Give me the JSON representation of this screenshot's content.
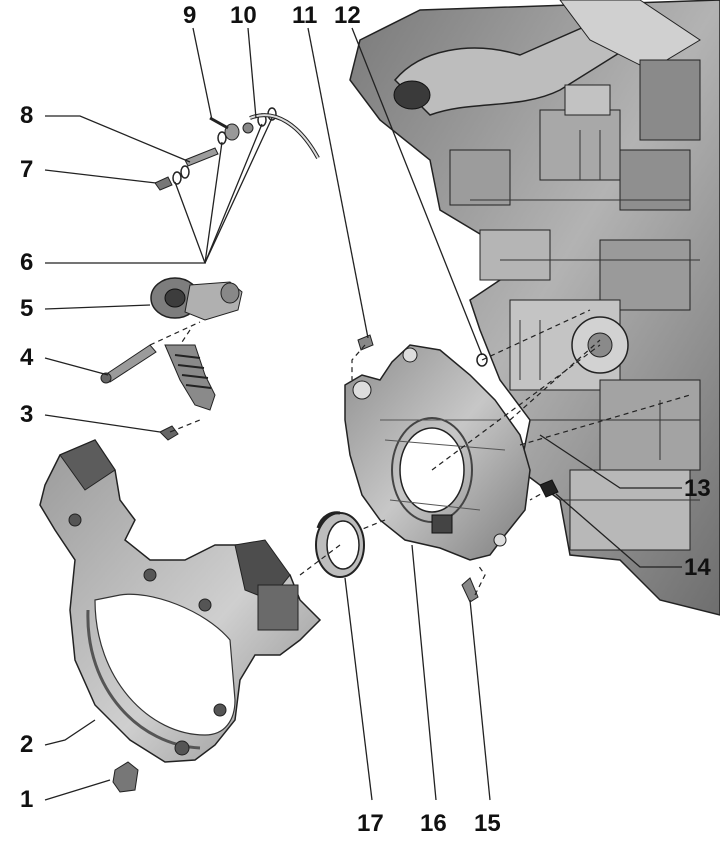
{
  "callouts": {
    "c1": "1",
    "c2": "2",
    "c3": "3",
    "c4": "4",
    "c5": "5",
    "c6": "6",
    "c7": "7",
    "c8": "8",
    "c9": "9",
    "c10": "10",
    "c11": "11",
    "c12": "12",
    "c13": "13",
    "c14": "14",
    "c15": "15",
    "c16": "16",
    "c17": "17"
  },
  "colors": {
    "line": "#222222",
    "part_light": "#d4d4d4",
    "part_mid": "#a8a8a8",
    "part_dark": "#6a6a6a",
    "engine_block": "#8c8c8c"
  }
}
